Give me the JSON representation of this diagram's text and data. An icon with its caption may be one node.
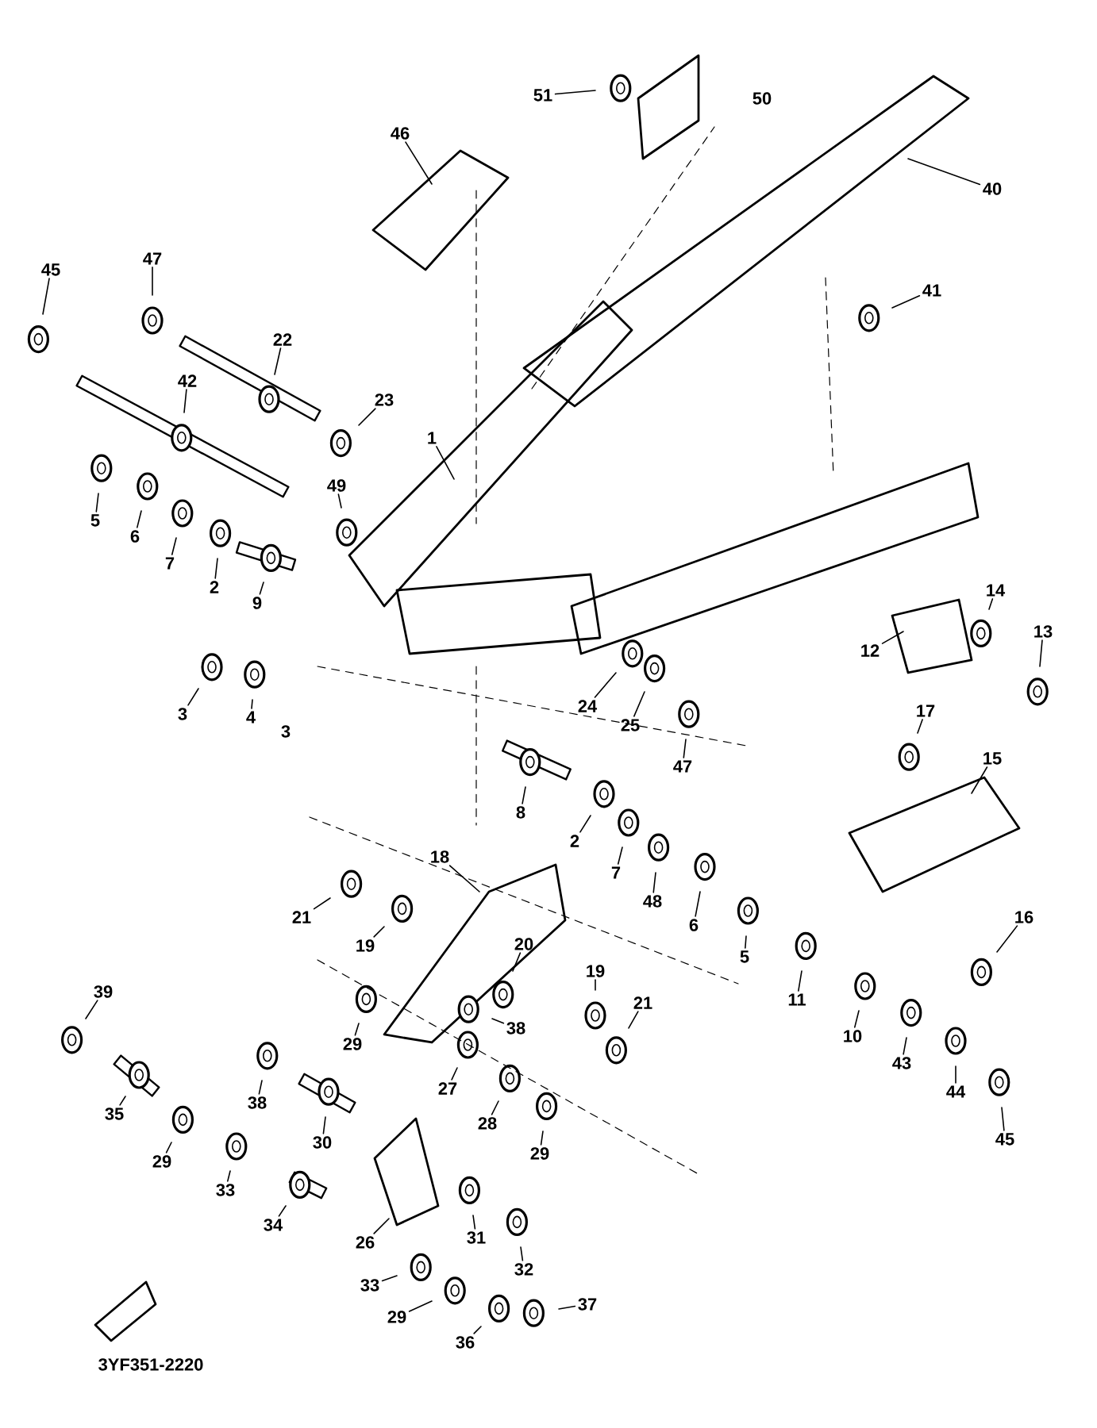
{
  "diagram": {
    "nodes": [
      {
        "text": [
          "51"
        ]
      },
      {
        "text": [
          "46"
        ]
      },
      {
        "text": [
          "40"
        ]
      },
      {
        "text": [
          "41"
        ]
      },
      {
        "text": [
          "45"
        ]
      },
      {
        "text": [
          "47"
        ]
      },
      {
        "text": [
          "22"
        ]
      },
      {
        "text": [
          "42"
        ]
      },
      {
        "text": [
          "23"
        ]
      },
      {
        "text": [
          "1"
        ]
      },
      {
        "text": [
          "49"
        ]
      },
      {
        "text": [
          "5"
        ]
      },
      {
        "text": [
          "6"
        ]
      },
      {
        "text": [
          "7"
        ]
      },
      {
        "text": [
          "2"
        ]
      },
      {
        "text": [
          "9"
        ]
      },
      {
        "text": [
          "3"
        ]
      },
      {
        "text": [
          "4"
        ]
      },
      {
        "text": [
          "24"
        ]
      },
      {
        "text": [
          "25"
        ]
      },
      {
        "text": [
          "47"
        ]
      },
      {
        "text": [
          "12"
        ]
      },
      {
        "text": [
          "14"
        ]
      },
      {
        "text": [
          "13"
        ]
      },
      {
        "text": [
          "17"
        ]
      },
      {
        "text": [
          "15"
        ]
      },
      {
        "text": [
          "16"
        ]
      },
      {
        "text": [
          "8"
        ]
      },
      {
        "text": [
          "2"
        ]
      },
      {
        "text": [
          "7"
        ]
      },
      {
        "text": [
          "48"
        ]
      },
      {
        "text": [
          "6"
        ]
      },
      {
        "text": [
          "5"
        ]
      },
      {
        "text": [
          "11"
        ]
      },
      {
        "text": [
          "10"
        ]
      },
      {
        "text": [
          "43"
        ]
      },
      {
        "text": [
          "44"
        ]
      },
      {
        "text": [
          "45"
        ]
      },
      {
        "text": [
          "18"
        ]
      },
      {
        "text": [
          "21"
        ]
      },
      {
        "text": [
          "19"
        ]
      },
      {
        "text": [
          "20"
        ]
      },
      {
        "text": [
          "19"
        ]
      },
      {
        "text": [
          "21"
        ]
      },
      {
        "text": [
          "29"
        ]
      },
      {
        "text": [
          "38"
        ]
      },
      {
        "text": [
          "27"
        ]
      },
      {
        "text": [
          "28"
        ]
      },
      {
        "text": [
          "29"
        ]
      },
      {
        "text": [
          "39"
        ]
      },
      {
        "text": [
          "35"
        ]
      },
      {
        "text": [
          "38"
        ]
      },
      {
        "text": [
          "29"
        ]
      },
      {
        "text": [
          "33"
        ]
      },
      {
        "text": [
          "30"
        ]
      },
      {
        "text": [
          "34"
        ]
      },
      {
        "text": [
          "26"
        ]
      },
      {
        "text": [
          "31"
        ]
      },
      {
        "text": [
          "32"
        ]
      },
      {
        "text": [
          "33"
        ]
      },
      {
        "text": [
          "29"
        ]
      },
      {
        "text": [
          "36"
        ]
      },
      {
        "text": [
          "37"
        ]
      }
    ],
    "edges": [
      {
        "from": 0,
        "to": null,
        "arrow": "none"
      },
      {
        "from": 1,
        "to": null,
        "arrow": "none"
      },
      {
        "from": 2,
        "to": null,
        "arrow": "none"
      },
      {
        "from": 3,
        "to": null,
        "arrow": "none"
      },
      {
        "from": 4,
        "to": null,
        "arrow": "none"
      },
      {
        "from": 5,
        "to": null,
        "arrow": "none"
      },
      {
        "from": 6,
        "to": null,
        "arrow": "none"
      },
      {
        "from": 7,
        "to": null,
        "arrow": "none"
      },
      {
        "from": 8,
        "to": null,
        "arrow": "none"
      },
      {
        "from": 9,
        "to": null,
        "arrow": "none"
      },
      {
        "from": 10,
        "to": null,
        "arrow": "none"
      },
      {
        "from": 11,
        "to": null,
        "arrow": "none"
      },
      {
        "from": 12,
        "to": null,
        "arrow": "none"
      },
      {
        "from": 13,
        "to": null,
        "arrow": "none"
      },
      {
        "from": 14,
        "to": null,
        "arrow": "none"
      },
      {
        "from": 15,
        "to": null,
        "arrow": "none"
      },
      {
        "from": 16,
        "to": null,
        "arrow": "none"
      },
      {
        "from": 17,
        "to": null,
        "arrow": "none"
      },
      {
        "from": 18,
        "to": null,
        "arrow": "none"
      },
      {
        "from": 19,
        "to": null,
        "arrow": "none"
      },
      {
        "from": 20,
        "to": null,
        "arrow": "none"
      },
      {
        "from": 21,
        "to": null,
        "arrow": "none"
      },
      {
        "from": 22,
        "to": null,
        "arrow": "none"
      },
      {
        "from": 23,
        "to": null,
        "arrow": "none"
      },
      {
        "from": 24,
        "to": null,
        "arrow": "none"
      },
      {
        "from": 25,
        "to": null,
        "arrow": "none"
      },
      {
        "from": 26,
        "to": null,
        "arrow": "none"
      },
      {
        "from": 27,
        "to": null,
        "arrow": "none"
      },
      {
        "from": 28,
        "to": null,
        "arrow": "none"
      },
      {
        "from": 29,
        "to": null,
        "arrow": "none"
      },
      {
        "from": 30,
        "to": null,
        "arrow": "none"
      },
      {
        "from": 31,
        "to": null,
        "arrow": "none"
      },
      {
        "from": 32,
        "to": null,
        "arrow": "none"
      },
      {
        "from": 33,
        "to": null,
        "arrow": "none"
      },
      {
        "from": 34,
        "to": null,
        "arrow": "none"
      },
      {
        "from": 35,
        "to": null,
        "arrow": "none"
      },
      {
        "from": 36,
        "to": null,
        "arrow": "none"
      },
      {
        "from": 37,
        "to": null,
        "arrow": "none"
      },
      {
        "from": 38,
        "to": null,
        "arrow": "none"
      },
      {
        "from": 39,
        "to": null,
        "arrow": "none"
      },
      {
        "from": 40,
        "to": null,
        "arrow": "none"
      },
      {
        "from": 41,
        "to": null,
        "arrow": "none"
      },
      {
        "from": 42,
        "to": null,
        "arrow": "none"
      },
      {
        "from": 43,
        "to": null,
        "arrow": "none"
      },
      {
        "from": 44,
        "to": null,
        "arrow": "none"
      },
      {
        "from": 45,
        "to": null,
        "arrow": "none"
      },
      {
        "from": 46,
        "to": null,
        "arrow": "none"
      },
      {
        "from": 47,
        "to": null,
        "arrow": "none"
      },
      {
        "from": 48,
        "to": null,
        "arrow": "none"
      },
      {
        "from": 49,
        "to": null,
        "arrow": "none"
      },
      {
        "from": 50,
        "to": null,
        "arrow": "none"
      },
      {
        "from": 51,
        "to": null,
        "arrow": "none"
      },
      {
        "from": 52,
        "to": null,
        "arrow": "none"
      },
      {
        "from": 53,
        "to": null,
        "arrow": "none"
      },
      {
        "from": 54,
        "to": null,
        "arrow": "none"
      },
      {
        "from": 55,
        "to": null,
        "arrow": "none"
      },
      {
        "from": 56,
        "to": null,
        "arrow": "none"
      },
      {
        "from": 57,
        "to": null,
        "arrow": "none"
      },
      {
        "from": 58,
        "to": null,
        "arrow": "none"
      },
      {
        "from": 59,
        "to": null,
        "arrow": "none"
      },
      {
        "from": 60,
        "to": null,
        "arrow": "none"
      },
      {
        "from": 61,
        "to": null,
        "arrow": "none"
      },
      {
        "from": 62,
        "to": null,
        "arrow": "none"
      }
    ],
    "labels": [
      "50",
      "3",
      "3YF351-2220"
    ]
  }
}
